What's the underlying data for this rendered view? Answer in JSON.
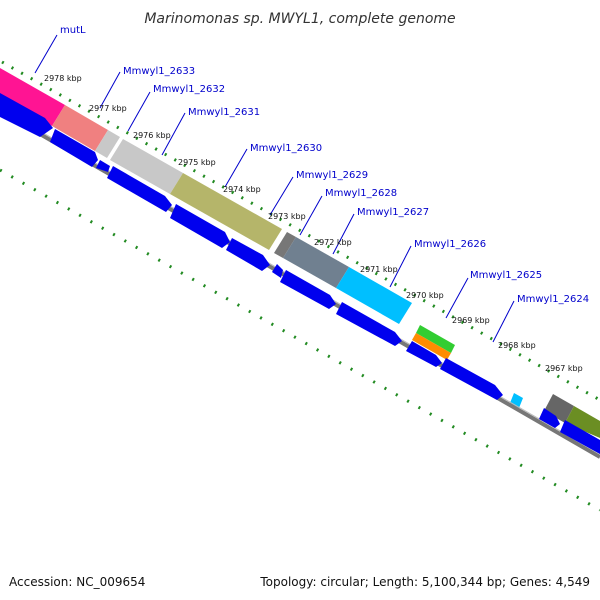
{
  "title": "Marinomonas sp. MWYL1, complete genome",
  "accession": "Accession: NC_009654",
  "topology": "Topology: circular; Length: 5,100,344 bp; Genes: 4,549",
  "gene_labels": [
    {
      "text": "mutL"
    },
    {
      "text": "Mmwyl1_2633"
    },
    {
      "text": "Mmwyl1_2632"
    },
    {
      "text": "Mmwyl1_2631"
    },
    {
      "text": "Mmwyl1_2630"
    },
    {
      "text": "Mmwyl1_2629"
    },
    {
      "text": "Mmwyl1_2628"
    },
    {
      "text": "Mmwyl1_2627"
    },
    {
      "text": "Mmwyl1_2626"
    },
    {
      "text": "Mmwyl1_2625"
    },
    {
      "text": "Mmwyl1_2624"
    }
  ],
  "kbp_ticks": [
    "2978 kbp",
    "2977 kbp",
    "2976 kbp",
    "2975 kbp",
    "2974 kbp",
    "2973 kbp",
    "2972 kbp",
    "2971 kbp",
    "2970 kbp",
    "2969 kbp",
    "2968 kbp",
    "2967 kbp"
  ],
  "colors": {
    "gene_arrow": "#0000ee",
    "label": "#0000cc",
    "tick_green": "#228b22",
    "backbone": "#777777",
    "mutL": "#ff1493",
    "g2633": "#f08080",
    "g2632": "#c8c8c8",
    "g2631": "#b5b56a",
    "g2629": "#708090",
    "g2628": "#4682b4",
    "g2627": "#00bfff",
    "g2626_green": "#32cd32",
    "g2626_orange": "#ff8c00",
    "g2625": "#00bfff",
    "g2624_dark": "#666666",
    "g2624_olive": "#6b8e23"
  }
}
